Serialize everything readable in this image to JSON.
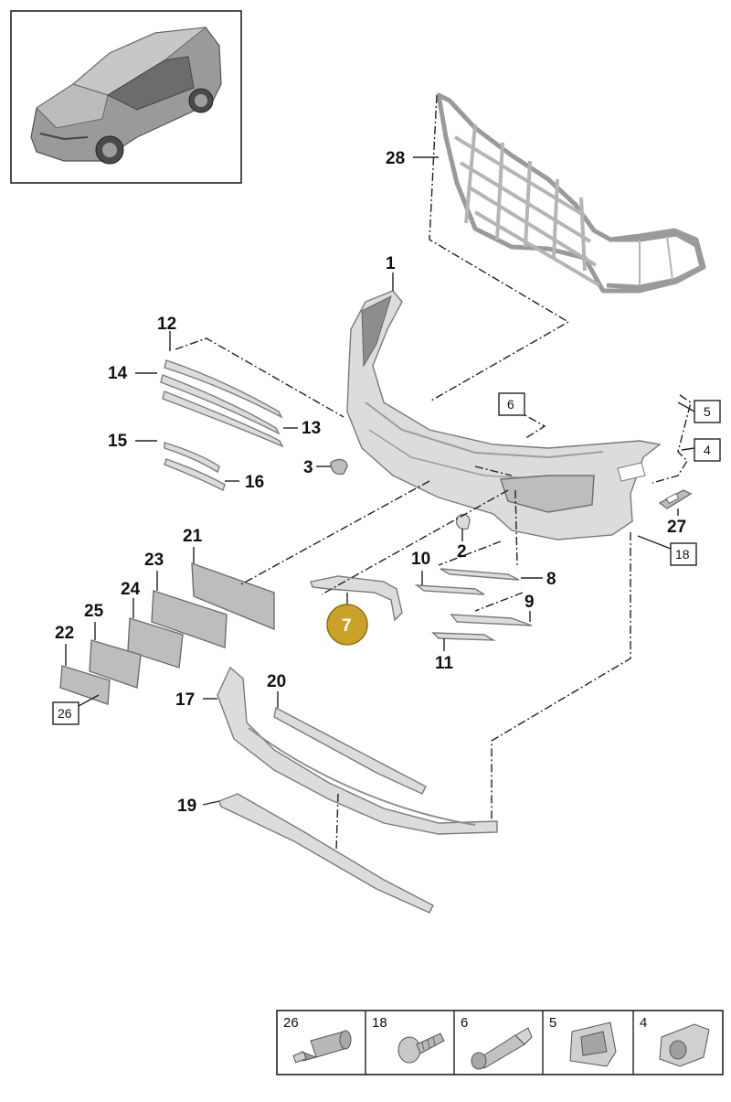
{
  "callouts": {
    "p1": "1",
    "p2": "2",
    "p3": "3",
    "p4": "4",
    "p5": "5",
    "p6": "6",
    "p7": "7",
    "p8": "8",
    "p9": "9",
    "p10": "10",
    "p11": "11",
    "p12": "12",
    "p13": "13",
    "p14": "14",
    "p15": "15",
    "p16": "16",
    "p17": "17",
    "p18": "18",
    "p19": "19",
    "p20": "20",
    "p21": "21",
    "p22": "22",
    "p23": "23",
    "p24": "24",
    "p25": "25",
    "p26": "26",
    "p27": "27",
    "p28": "28"
  },
  "highlight": {
    "part": "7",
    "color": "#C9A227"
  },
  "legend": [
    {
      "number": "26",
      "icon": "push-rivet-icon"
    },
    {
      "number": "18",
      "icon": "screw-icon"
    },
    {
      "number": "6",
      "icon": "expanding-rivet-icon"
    },
    {
      "number": "5",
      "icon": "spring-clip-icon"
    },
    {
      "number": "4",
      "icon": "clip-nut-icon"
    }
  ]
}
